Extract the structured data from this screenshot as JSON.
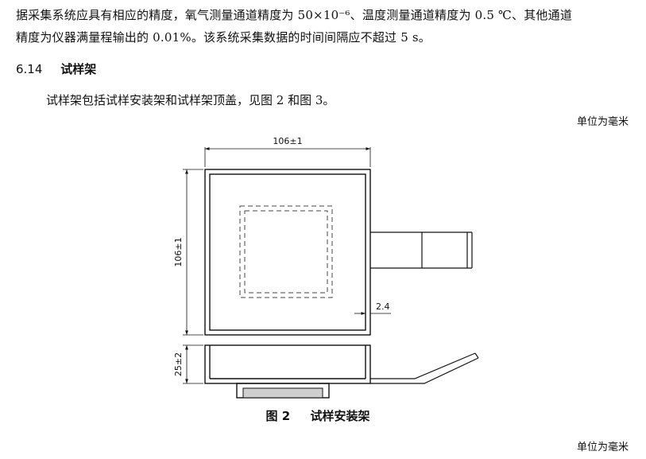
{
  "paragraph": {
    "line1": "据采集系统应具有相应的精度，氧气测量通道精度为 50×10⁻⁶、温度测量通道精度为 0.5 ℃、其他通道",
    "line2": "精度为仪器满量程输出的 0.01%。该系统采集数据的时间间隔应不超过 5 s。"
  },
  "section": {
    "number": "6.14",
    "title": "试样架"
  },
  "intro": "试样架包括试样安装架和试样架顶盖，见图 2 和图 3。",
  "unit_note_1": "单位为毫米",
  "figure": {
    "dim_top": "106±1",
    "dim_left": "106±1",
    "dim_wall": "2.4",
    "dim_height": "25±2",
    "caption_number": "图 2",
    "caption_title": "试样安装架"
  },
  "unit_note_2": "单位为毫米"
}
